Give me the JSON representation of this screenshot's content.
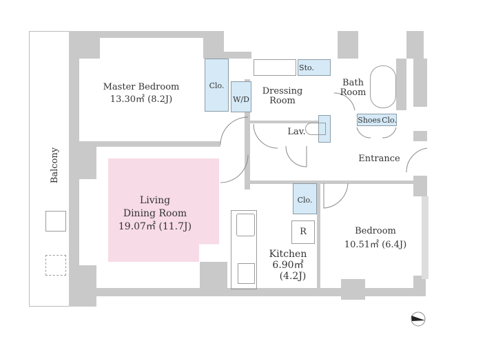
{
  "rooms": {
    "balcony": "Balcony",
    "master_bedroom": {
      "name": "Master Bedroom",
      "area": "13.30㎡ (8.2J)"
    },
    "closet_master": "Clo.",
    "washer_dryer": "W/D",
    "dressing_room": {
      "name1": "Dressing",
      "name2": "Room"
    },
    "storage": "Sto.",
    "bath_room": {
      "name1": "Bath",
      "name2": "Room"
    },
    "lavatory": "Lav.",
    "shoes": "Shoes",
    "closet_entrance": "Clo.",
    "entrance": "Entrance",
    "living": {
      "name1": "Living",
      "name2": "Dining Room",
      "area": "19.07㎡ (11.7J)"
    },
    "closet_hall": "Clo.",
    "refrigerator": "R",
    "kitchen": {
      "name": "Kitchen",
      "area": "6.90㎡",
      "tatami": "(4.2J)"
    },
    "bedroom": {
      "name": "Bedroom",
      "area": "10.51㎡ (6.4J)"
    }
  },
  "colors": {
    "wall": "#c9c9c9",
    "living": "#f7dbe6",
    "storage": "#d5e9f6"
  }
}
